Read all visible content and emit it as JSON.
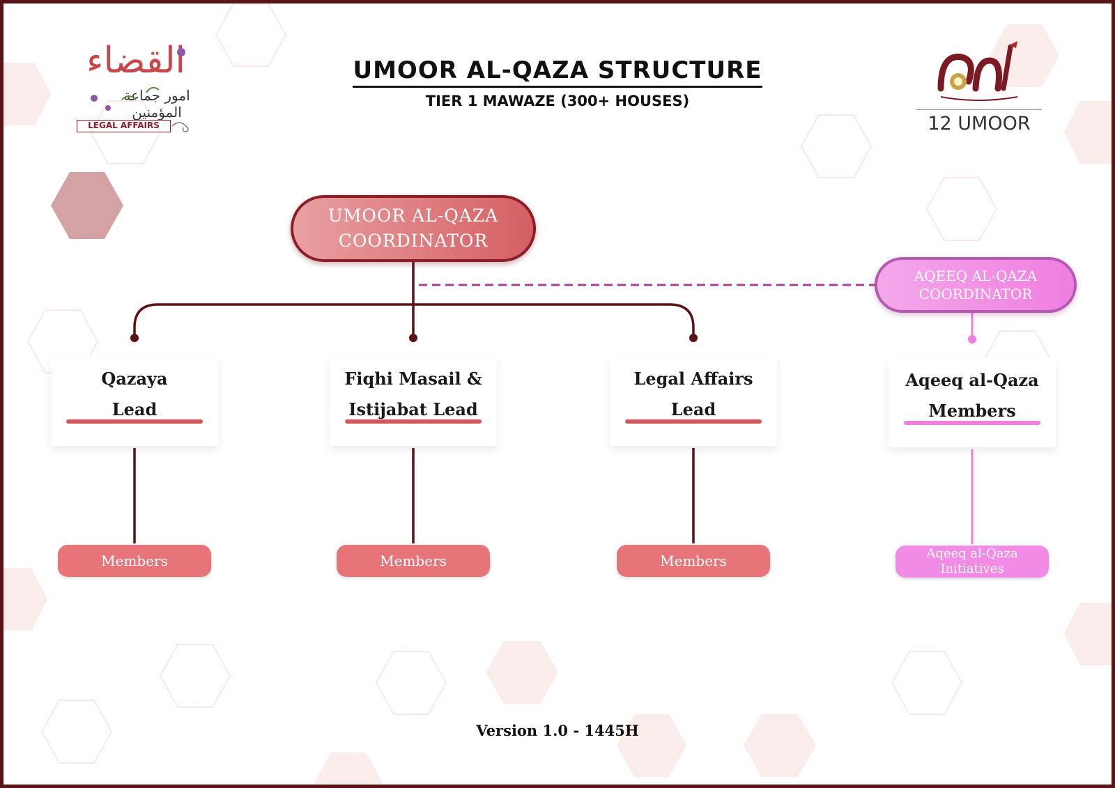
{
  "header": {
    "title": "UMOOR AL-QAZA STRUCTURE",
    "subtitle": "TIER 1 MAWAZE (300+ HOUSES)"
  },
  "logos": {
    "left": {
      "arabic_title": "القضاء",
      "arabic_sub": "امور جماعة المؤمنين",
      "tag": "LEGAL AFFAIRS",
      "icon": "legal-affairs-calligraphy-logo"
    },
    "right": {
      "label": "12 UMOOR",
      "icon": "12-umoor-crest-logo"
    }
  },
  "diagram": {
    "main_coordinator": "UMOOR AL-QAZA\nCOORDINATOR",
    "side_coordinator": "AQEEQ AL-QAZA\nCOORDINATOR",
    "leads": [
      {
        "label": "Qazaya\nLead",
        "members": "Members",
        "color": "#d4595d"
      },
      {
        "label": "Fiqhi Masail &\nIstijabat Lead",
        "members": "Members",
        "color": "#d4595d"
      },
      {
        "label": "Legal Affairs\nLead",
        "members": "Members",
        "color": "#d4595d"
      },
      {
        "label": "Aqeeq al-Qaza\nMembers",
        "members": "Aqeeq al-Qaza\nInitiatives",
        "color": "#f07ee0"
      }
    ],
    "colors": {
      "connector": "#5a1416",
      "accent_red": "#d4595d",
      "accent_pink": "#f07ee0",
      "dashed_link": "#b35ab0"
    }
  },
  "footer": {
    "version": "Version 1.0 - 1445H"
  }
}
